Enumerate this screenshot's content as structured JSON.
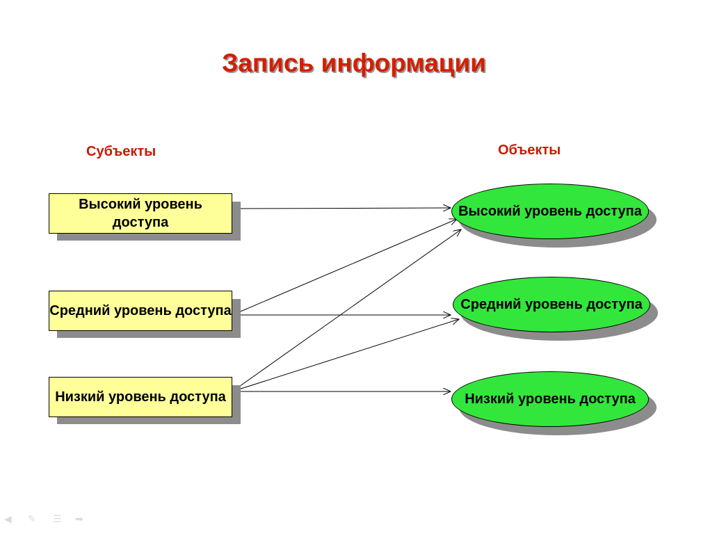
{
  "title": "Запись информации",
  "subjects_header": "Субъекты",
  "objects_header": "Объекты",
  "subjects": [
    {
      "id": "high",
      "label": "Высокий уровень доступа"
    },
    {
      "id": "mid",
      "label": "Средний уровень доступа"
    },
    {
      "id": "low",
      "label": "Низкий уровень доступа"
    }
  ],
  "objects": [
    {
      "id": "high",
      "label": "Высокий уровень доступа"
    },
    {
      "id": "mid",
      "label": "Средний уровень доступа"
    },
    {
      "id": "low",
      "label": "Низкий уровень доступа"
    }
  ],
  "links": [
    {
      "from": "high",
      "to": "high"
    },
    {
      "from": "mid",
      "to": "high"
    },
    {
      "from": "mid",
      "to": "mid"
    },
    {
      "from": "low",
      "to": "high"
    },
    {
      "from": "low",
      "to": "mid"
    },
    {
      "from": "low",
      "to": "low"
    }
  ],
  "colors": {
    "title": "#d41e00",
    "box_fill": "#ffff99",
    "ellipse_fill": "#33e63c"
  },
  "nav_icons": [
    "back-icon",
    "pen-icon",
    "menu-icon",
    "forward-icon"
  ]
}
